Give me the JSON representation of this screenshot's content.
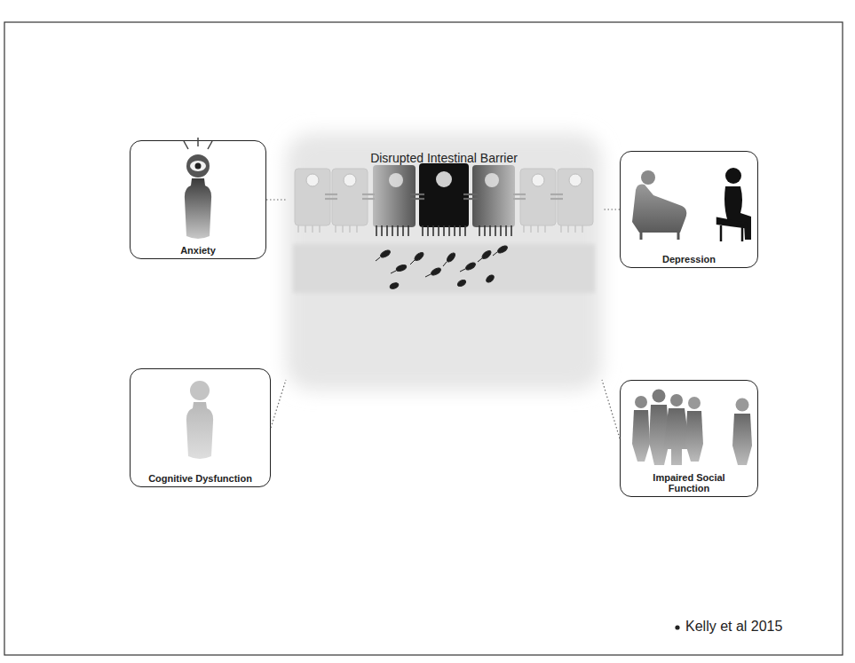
{
  "diagram": {
    "nodes": [
      {
        "text": [
          "Anxiety"
        ]
      },
      {
        "text": [
          "Disrupted Intestinal Barrier"
        ]
      },
      {
        "text": [
          "Depression"
        ]
      },
      {
        "text": [
          "Cognitive Dysfunction"
        ]
      },
      {
        "text": [
          "Impaired Social Function"
        ]
      }
    ],
    "edges": [
      {
        "from": 0,
        "to": 1,
        "arrow": "none"
      },
      {
        "from": 2,
        "to": 1,
        "arrow": "none"
      },
      {
        "from": 3,
        "to": 1,
        "arrow": "none"
      },
      {
        "from": 4,
        "to": 1,
        "arrow": "none"
      }
    ],
    "labels": [
      "Kelly et al 2015"
    ]
  }
}
